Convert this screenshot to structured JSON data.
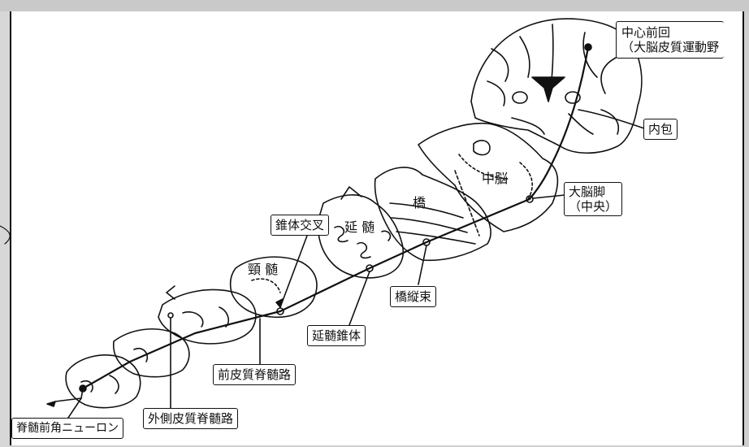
{
  "diagram": {
    "labels": {
      "precentral_line1": "中心前回",
      "precentral_line2": "（大脳皮質運動野",
      "internal_capsule": "内包",
      "midbrain": "中脳",
      "pons": "橋",
      "cerebral_peduncle_line1": "大脳脚",
      "cerebral_peduncle_line2": "（中央）",
      "decussation": "錐体交叉",
      "medulla": "延 髄",
      "cervical_cord": "頸 髄",
      "pontine_longitudinal": "橋縦束",
      "medullary_pyramid": "延髄錐体",
      "anterior_corticospinal": "前皮質脊髄路",
      "lateral_corticospinal": "外側皮質脊髄路",
      "anterior_horn_neuron": "脊髄前角ニューロン"
    },
    "colors": {
      "ink": "#111111",
      "paper": "#ffffff",
      "frame": "#cfcfcf"
    }
  }
}
